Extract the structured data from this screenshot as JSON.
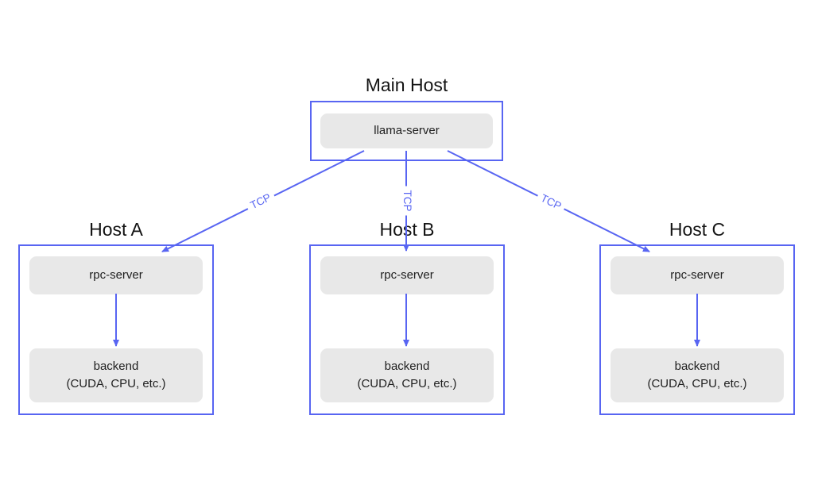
{
  "colors": {
    "accent": "#5865F2",
    "node_fill": "#E8E8E8",
    "node_text": "#202020",
    "title_text": "#141414",
    "background": "#FFFFFF"
  },
  "main_host": {
    "title": "Main Host",
    "server_label": "llama-server"
  },
  "hosts": [
    {
      "title": "Host A",
      "rpc_label": "rpc-server",
      "backend_line1": "backend",
      "backend_line2": "(CUDA, CPU, etc.)"
    },
    {
      "title": "Host B",
      "rpc_label": "rpc-server",
      "backend_line1": "backend",
      "backend_line2": "(CUDA, CPU, etc.)"
    },
    {
      "title": "Host C",
      "rpc_label": "rpc-server",
      "backend_line1": "backend",
      "backend_line2": "(CUDA, CPU, etc.)"
    }
  ],
  "tcp_labels": [
    "TCP",
    "TCP",
    "TCP"
  ]
}
